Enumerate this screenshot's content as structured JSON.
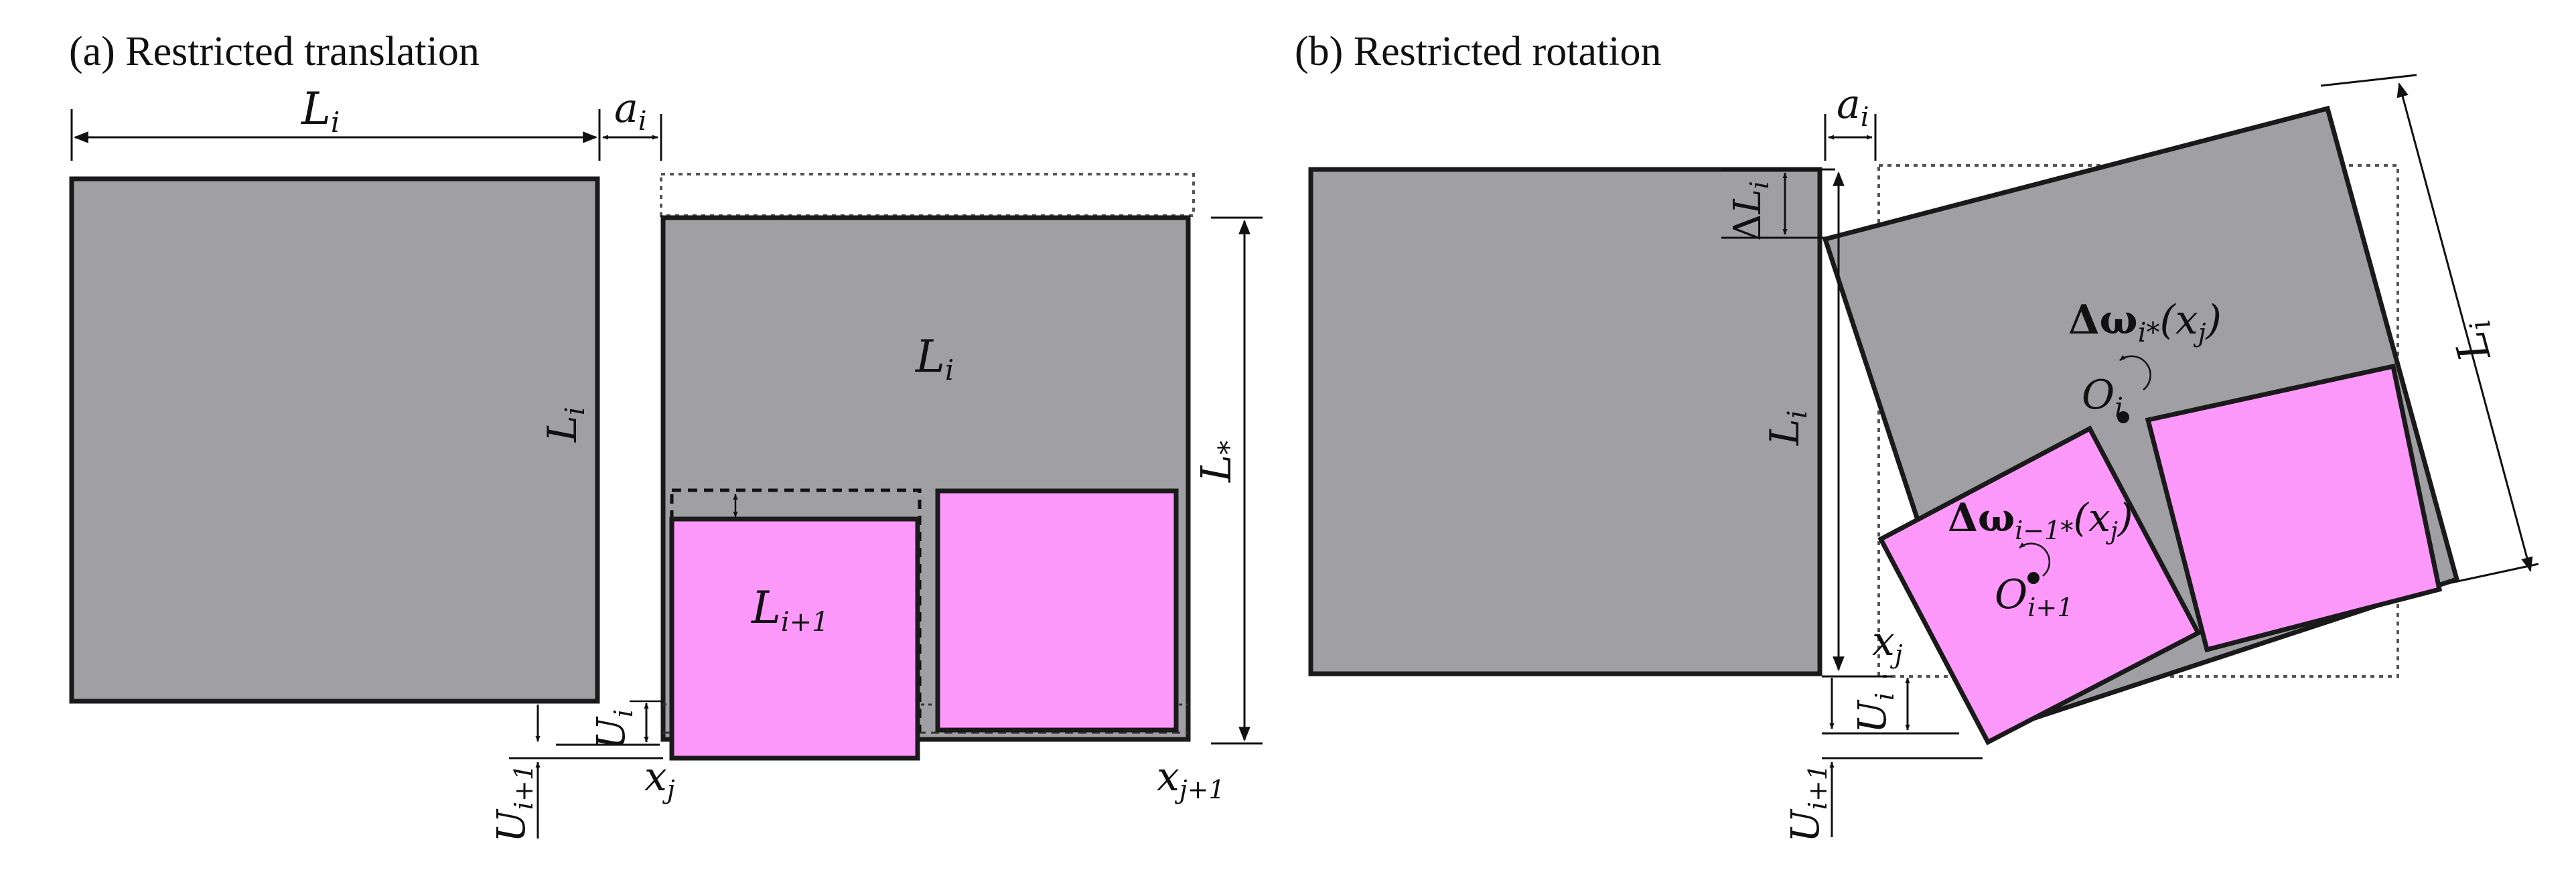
{
  "panels": {
    "a": {
      "title": "(a) Restricted translation"
    },
    "b": {
      "title": "(b) Restricted rotation"
    }
  },
  "labels": {
    "L_base": "L",
    "i_sub": "i",
    "ip1_sub": "i+1",
    "star_sub": "*",
    "a_base": "a",
    "U_base": "U",
    "x_base": "x",
    "j_sub": "j",
    "jp1_sub": "j+1",
    "delta": "Δ",
    "O_base": "O",
    "omega_i": "Δω",
    "omega_i_sub": "i*",
    "omega_im1_sub": "i−1*",
    "xj_arg_open": "(x",
    "xj_arg_close": ")"
  },
  "colors": {
    "block_gray": "#a09fa3",
    "block_pink": "#fd98fb",
    "outline": "#1a1a1a"
  }
}
